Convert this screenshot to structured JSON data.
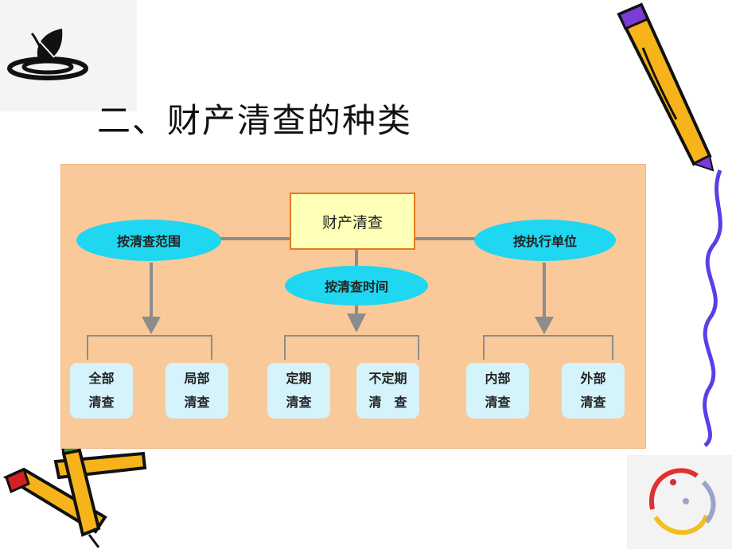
{
  "slide": {
    "title": "二、财产清查的种类"
  },
  "diagram": {
    "root": "财产清查",
    "branches": [
      {
        "label": "按清查范围",
        "leaves": [
          {
            "line1": "全部",
            "line2": "清查"
          },
          {
            "line1": "局部",
            "line2": "清查"
          }
        ]
      },
      {
        "label": "按清查时间",
        "leaves": [
          {
            "line1": "定期",
            "line2": "清查"
          },
          {
            "line1": "不定期",
            "line2": "清　查"
          }
        ]
      },
      {
        "label": "按执行单位",
        "leaves": [
          {
            "line1": "内部",
            "line2": "清查"
          },
          {
            "line1": "外部",
            "line2": "清查"
          }
        ]
      }
    ]
  },
  "colors": {
    "panel": "#f9c99a",
    "root_fill": "#ffffb8",
    "root_border": "#e47a1c",
    "ellipse": "#1fd7f0",
    "leaf": "#d5f3fb",
    "connector": "#8c8c8c",
    "squiggle": "#5a3ee8"
  },
  "decorations": {
    "top_left_icon": "leaf-ripple-icon",
    "top_right_icon": "pencil-icon",
    "bottom_left_icon": "crossed-pencils-icon",
    "bottom_right_icon": "swirl-logo-icon",
    "right_edge": "squiggle-line"
  }
}
